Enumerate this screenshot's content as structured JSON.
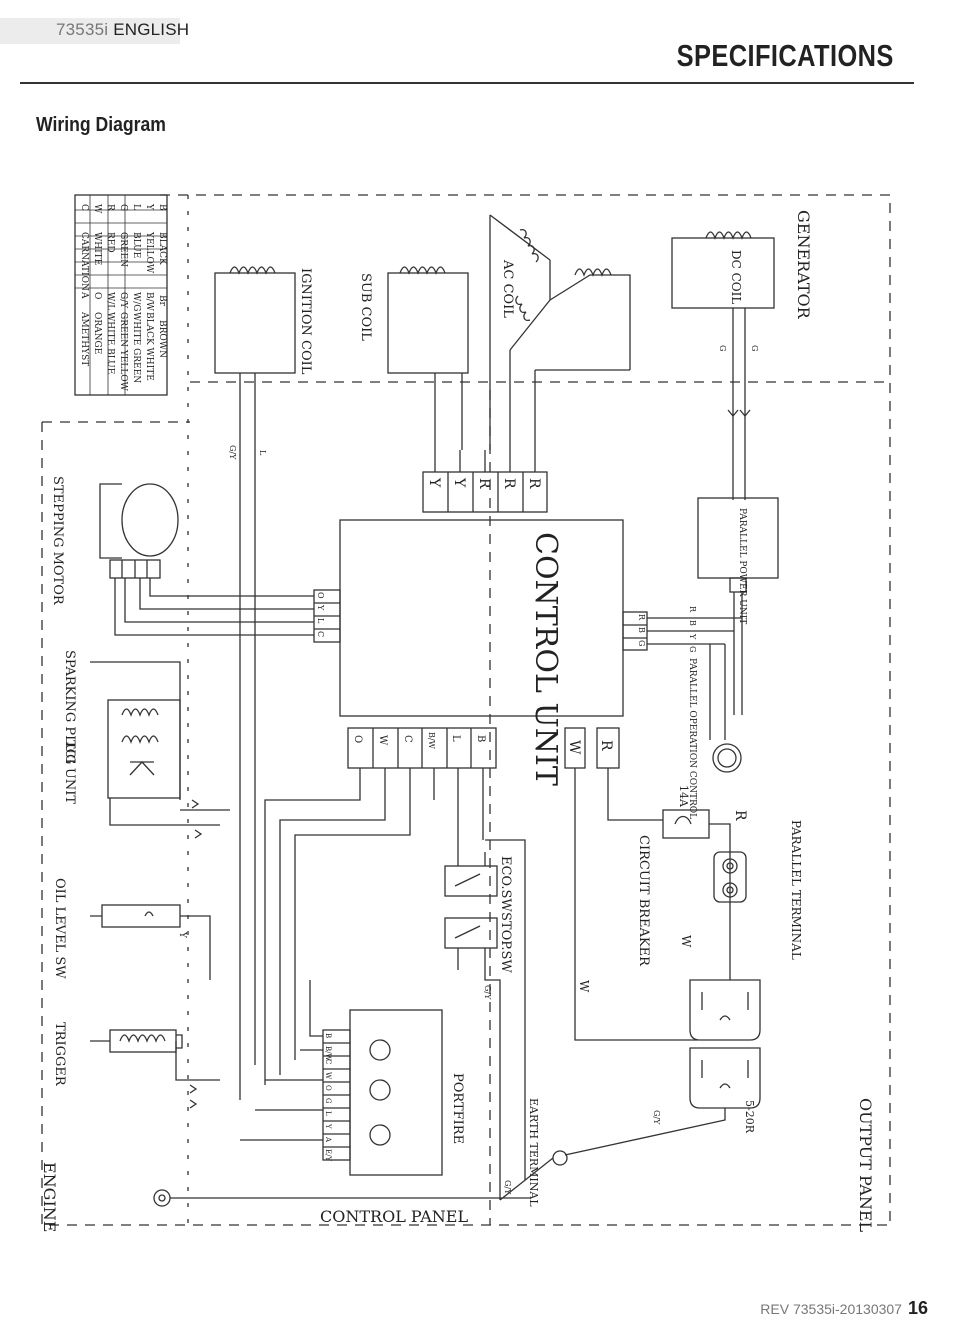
{
  "header": {
    "model": "73535i",
    "language": "ENGLISH",
    "title": "SPECIFICATIONS"
  },
  "section_title": "Wiring Diagram",
  "diagram": {
    "legend": [
      {
        "code": "B",
        "name": "BLACK",
        "code2": "Br",
        "name2": "BROWN"
      },
      {
        "code": "Y",
        "name": "YELLOW",
        "code2": "B/W",
        "name2": "BLACK  WHITE"
      },
      {
        "code": "L",
        "name": "BLUE",
        "code2": "W/G",
        "name2": "WHITE GREEN"
      },
      {
        "code": "G",
        "name": "GREEN",
        "code2": "G/Y",
        "name2": "GREEN YELLOW"
      },
      {
        "code": "R",
        "name": "RED",
        "code2": "W/L",
        "name2": "WHITE BLUE"
      },
      {
        "code": "W",
        "name": "WHITE",
        "code2": "O",
        "name2": "ORANGE"
      },
      {
        "code": "C",
        "name": "CARNATION",
        "code2": "A",
        "name2": "AMETHYST"
      }
    ],
    "labels": {
      "generator": "GENERATOR",
      "dc_coil": "DC COIL",
      "ac_coil": "AC COIL",
      "sub_coil": "SUB COIL",
      "ignition_coil": "IGNITION COIL",
      "control_unit": "CONTROL UNIT",
      "parallel_power_unit": "PARALLEL POWER UNIT",
      "parallel_operation_control": "PARALLEL OPERATION CONTROL",
      "stepping_motor": "STEPPING MOTOR",
      "sparking_plug": "SPARKING PLUG",
      "tci_unit": "TCI UNIT",
      "oil_level_sw": "OIL LEVEL SW",
      "trigger": "TRIGGER",
      "engine": "ENGINE",
      "control_panel": "CONTROL PANEL",
      "output_panel": "OUTPUT PANEL",
      "eco_sw": "ECO.SW",
      "stop_sw": "STOP.SW",
      "portfire": "PORTFIRE",
      "earth_terminal": "EARTH TERMINAL",
      "circuit_breaker": "CIRCUIT BREAKER",
      "breaker_rating": "14A",
      "parallel_terminal": "PARALLEL TERMINAL",
      "receptacle": "5-20R"
    },
    "terminals": {
      "control_unit_top": [
        "Y",
        "Y",
        "R",
        "R",
        "R"
      ],
      "control_unit_left": [
        "O",
        "Y",
        "L",
        "C"
      ],
      "control_unit_right": [
        "R",
        "B",
        "G"
      ],
      "control_unit_bottom": [
        "O",
        "W",
        "C",
        "B/W",
        "L",
        "B"
      ],
      "output": [
        "W",
        "R"
      ],
      "portfire": [
        "B",
        "B/W",
        "C",
        "W",
        "O",
        "G",
        "L",
        "Y",
        "A",
        "E/Y"
      ],
      "parallel_wires": [
        "R",
        "B",
        "Y",
        "G"
      ],
      "dc_wires": [
        "G",
        "G"
      ]
    },
    "wire_labels": {
      "gy": "G/Y",
      "l": "L",
      "y": "Y",
      "w": "W",
      "r": "R"
    }
  },
  "footer": {
    "revision": "REV 73535i-20130307",
    "page": "16"
  }
}
